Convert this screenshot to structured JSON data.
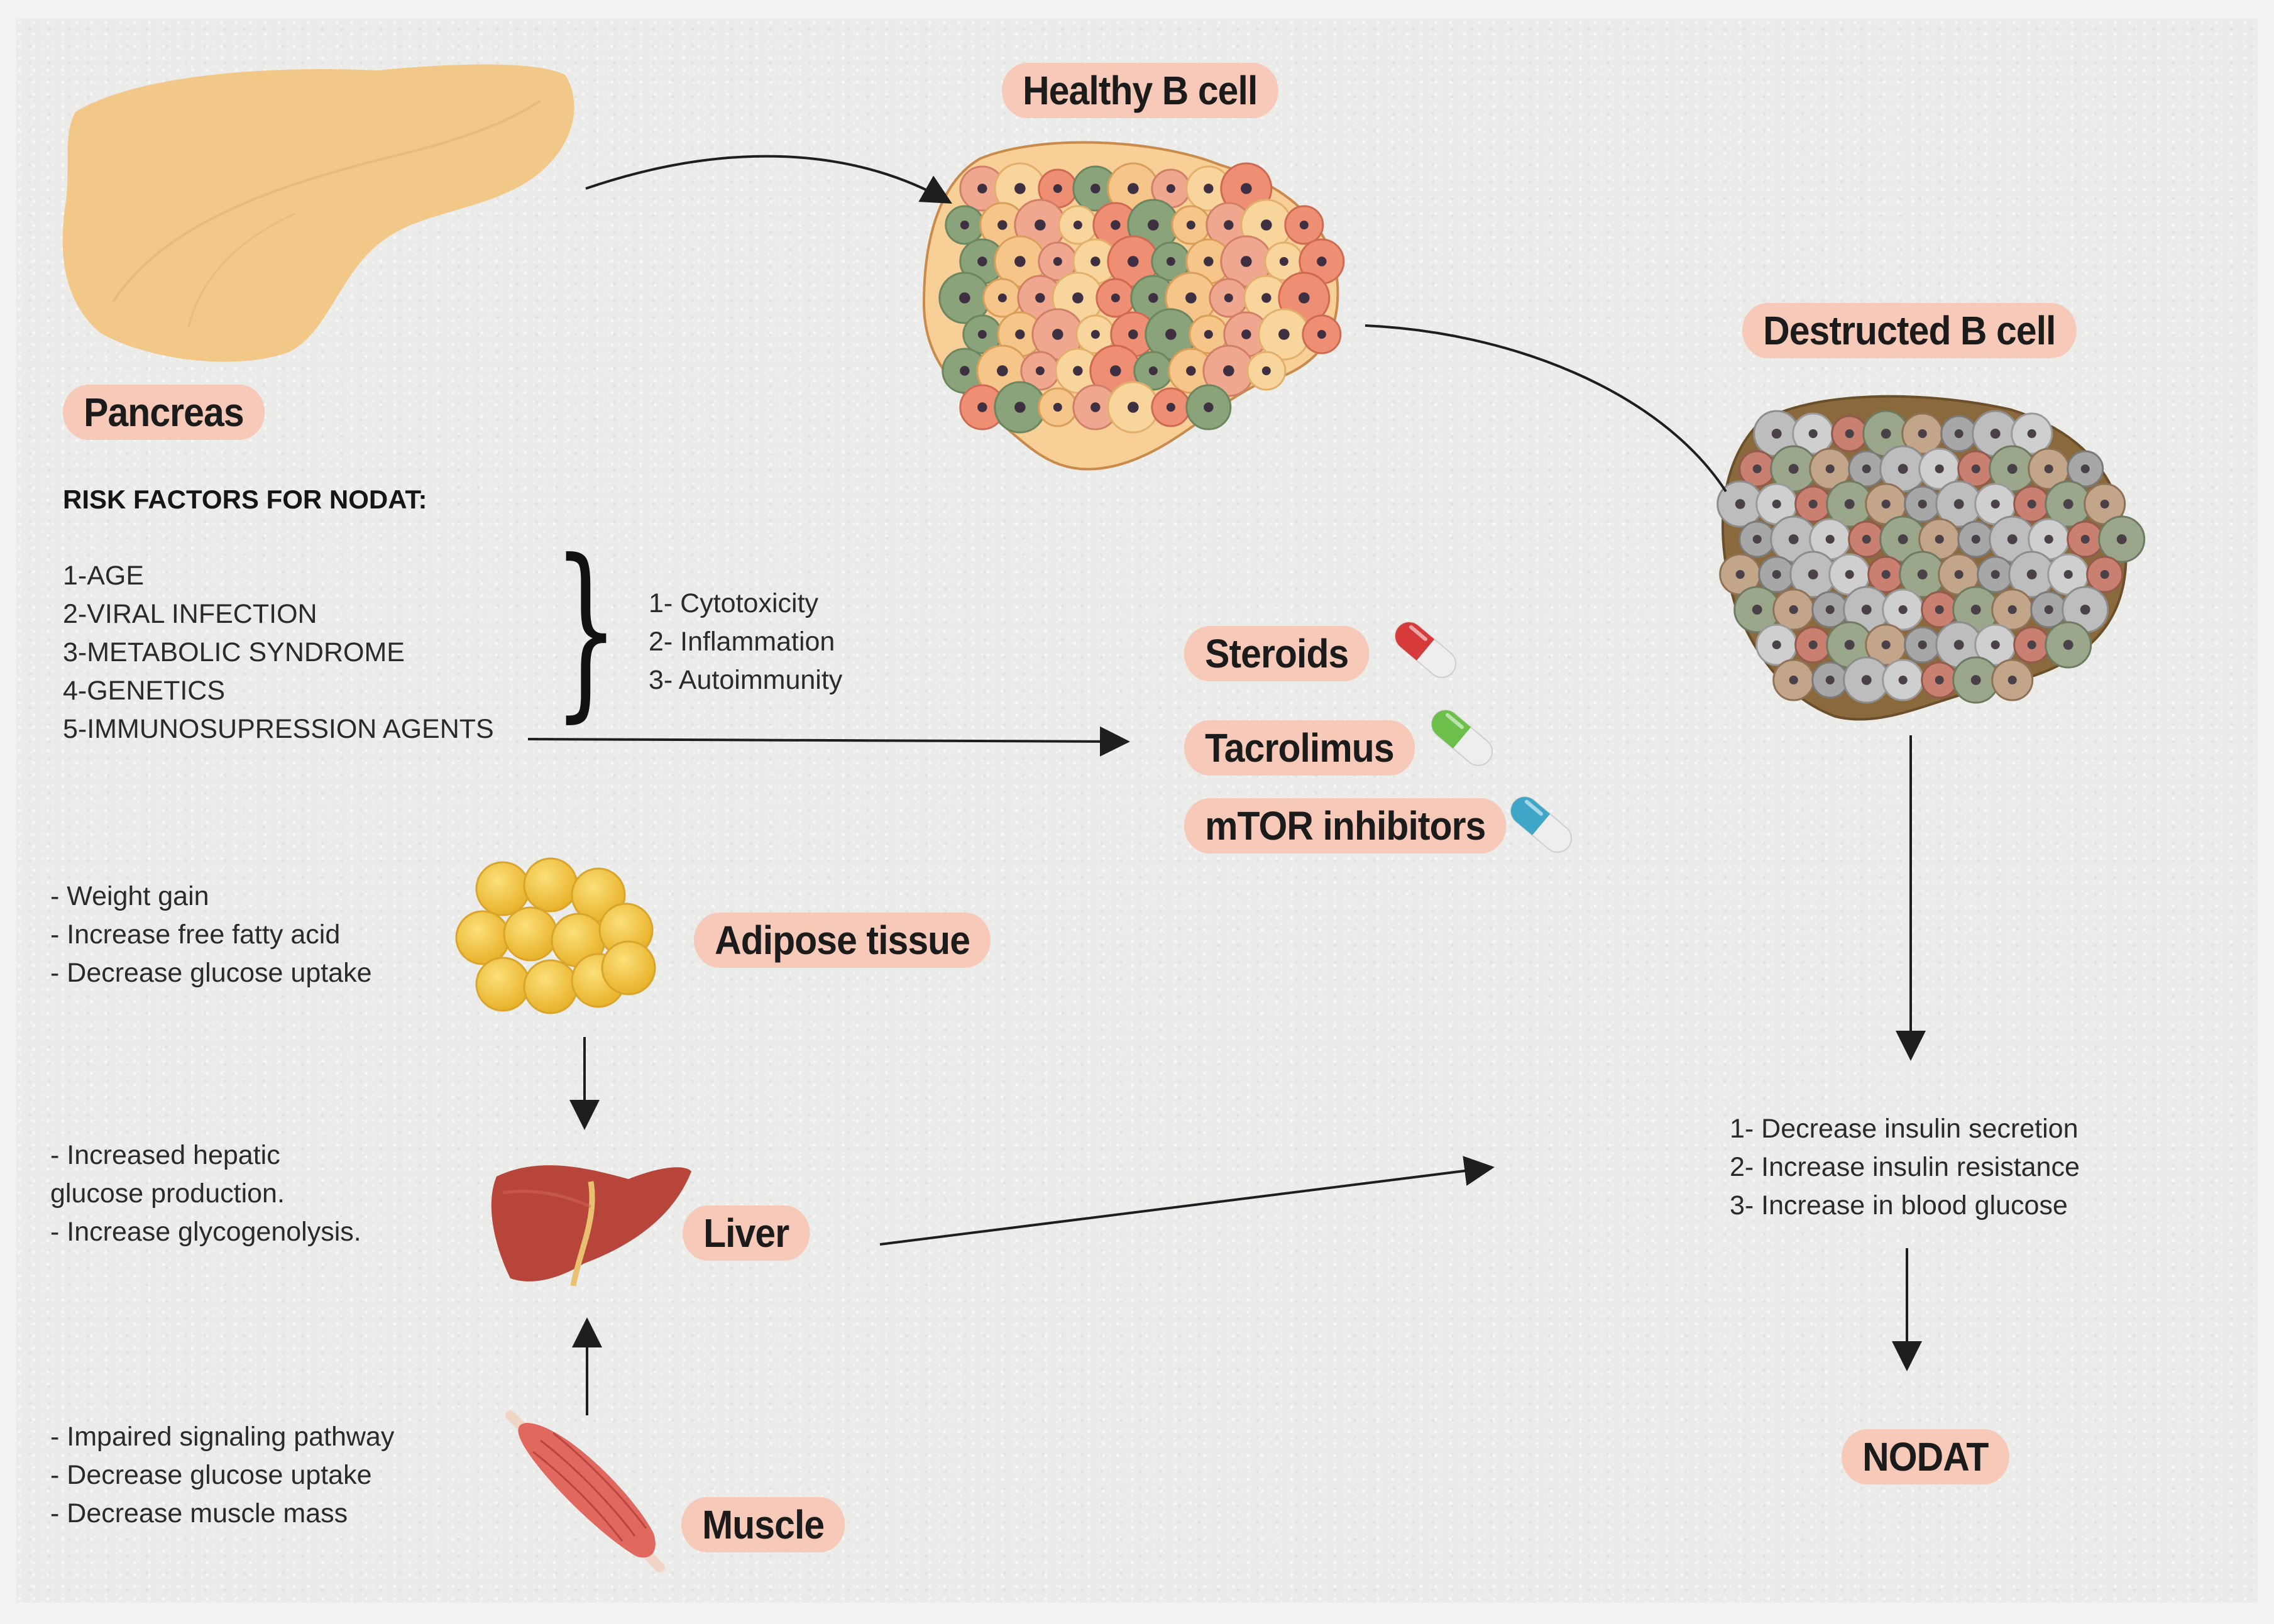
{
  "labels": {
    "pancreas": "Pancreas",
    "healthy": "Healthy B cell",
    "destructed": "Destructed B cell",
    "steroids": "Steroids",
    "tacrolimus": "Tacrolimus",
    "mtor": "mTOR inhibitors",
    "adipose": "Adipose tissue",
    "liver": "Liver",
    "muscle": "Muscle",
    "nodat": "NODAT"
  },
  "risk_heading": "RISK FACTORS FOR NODAT:",
  "risk_factors": [
    "1-AGE",
    "2-VIRAL INFECTION",
    "3-METABOLIC SYNDROME",
    "4-GENETICS",
    "5-IMMUNOSUPRESSION AGENTS"
  ],
  "mechanisms": [
    "1- Cytotoxicity",
    "2- Inflammation",
    "3- Autoimmunity"
  ],
  "adipose_effects": [
    "- Weight gain",
    "- Increase free fatty acid",
    "- Decrease glucose uptake"
  ],
  "liver_effects": [
    "- Increased hepatic",
    "glucose production.",
    "- Increase glycogenolysis."
  ],
  "muscle_effects": [
    "- Impaired signaling pathway",
    "- Decrease glucose uptake",
    "- Decrease muscle mass"
  ],
  "outcomes": [
    "1- Decrease insulin secretion",
    "2- Increase insulin resistance",
    "3- Increase in blood glucose"
  ],
  "colors": {
    "label_bg": "#f6c9b8",
    "pancreas": "#f2c889",
    "healthy_islet": "#f7cf97",
    "destructed_islet": "#8a6a3c",
    "adipocyte": "#f6c83c",
    "liver": "#b8453a",
    "muscle": "#e0685e",
    "pill_red": "#d63a3a",
    "pill_green": "#6cbf4a",
    "pill_blue": "#3fa6c8"
  }
}
